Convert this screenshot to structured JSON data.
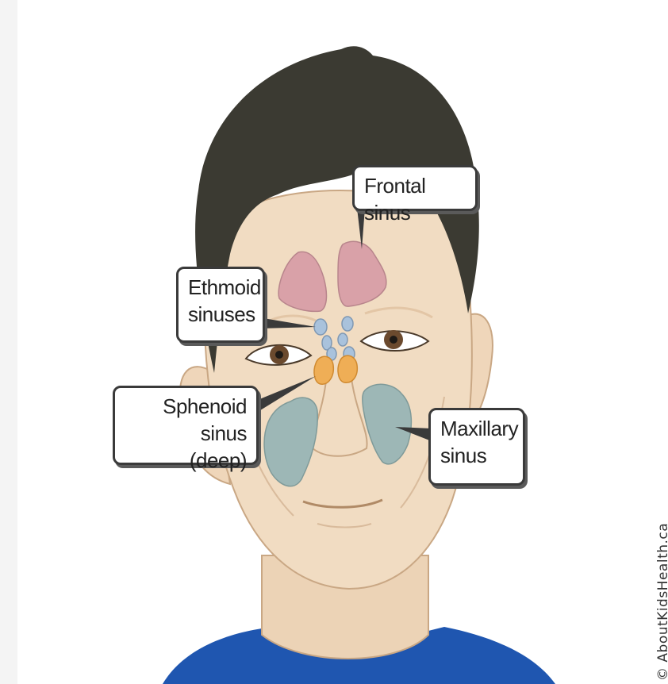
{
  "labels": {
    "frontal": [
      "Frontal sinus"
    ],
    "ethmoid": [
      "Ethmoid",
      "sinuses"
    ],
    "sphenoid": [
      "Sphenoid sinus",
      "(deep)"
    ],
    "maxillary": [
      "Maxillary",
      "sinus"
    ]
  },
  "copyright": "© AboutKidsHealth.ca",
  "colors": {
    "frontal_sinus": "#d9a1a8",
    "ethmoid_sinus": "#a9c2dc",
    "sphenoid_sinus": "#efae56",
    "maxillary_sinus": "#9db7b6",
    "skin": "#f1dcc2",
    "hair": "#3b3a32",
    "shirt": "#1f56b0"
  }
}
